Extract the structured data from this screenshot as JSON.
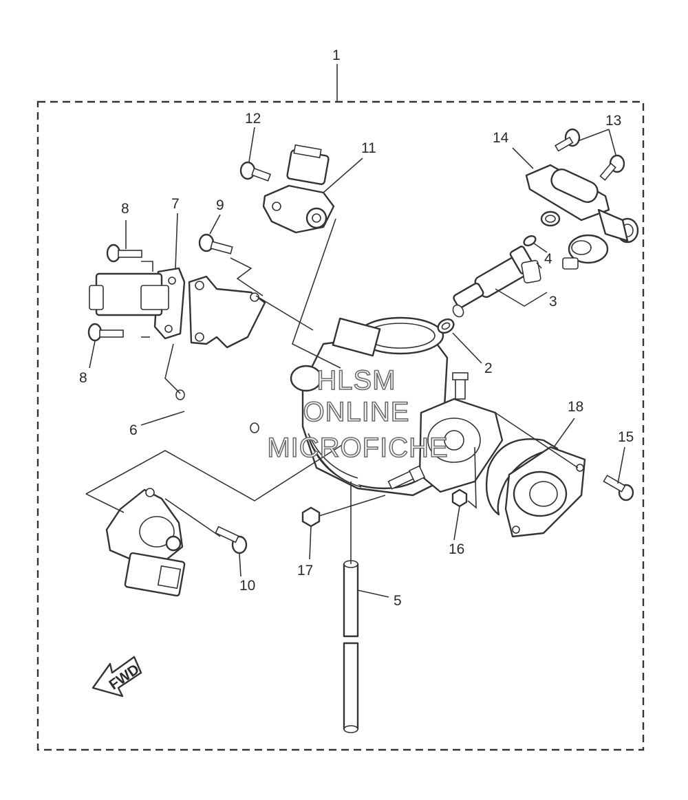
{
  "callouts": {
    "c1": "1",
    "c2": "2",
    "c3": "3",
    "c4": "4",
    "c5": "5",
    "c6": "6",
    "c7": "7",
    "c8a": "8",
    "c8b": "8",
    "c9": "9",
    "c10": "10",
    "c11": "11",
    "c12": "12",
    "c13": "13",
    "c14": "14",
    "c15": "15",
    "c16": "16",
    "c17": "17",
    "c18": "18"
  },
  "fwd_label": "FWD",
  "watermark": {
    "line1": "HLSM",
    "line2": "ONLINE",
    "line3": "MICROFICHE"
  }
}
